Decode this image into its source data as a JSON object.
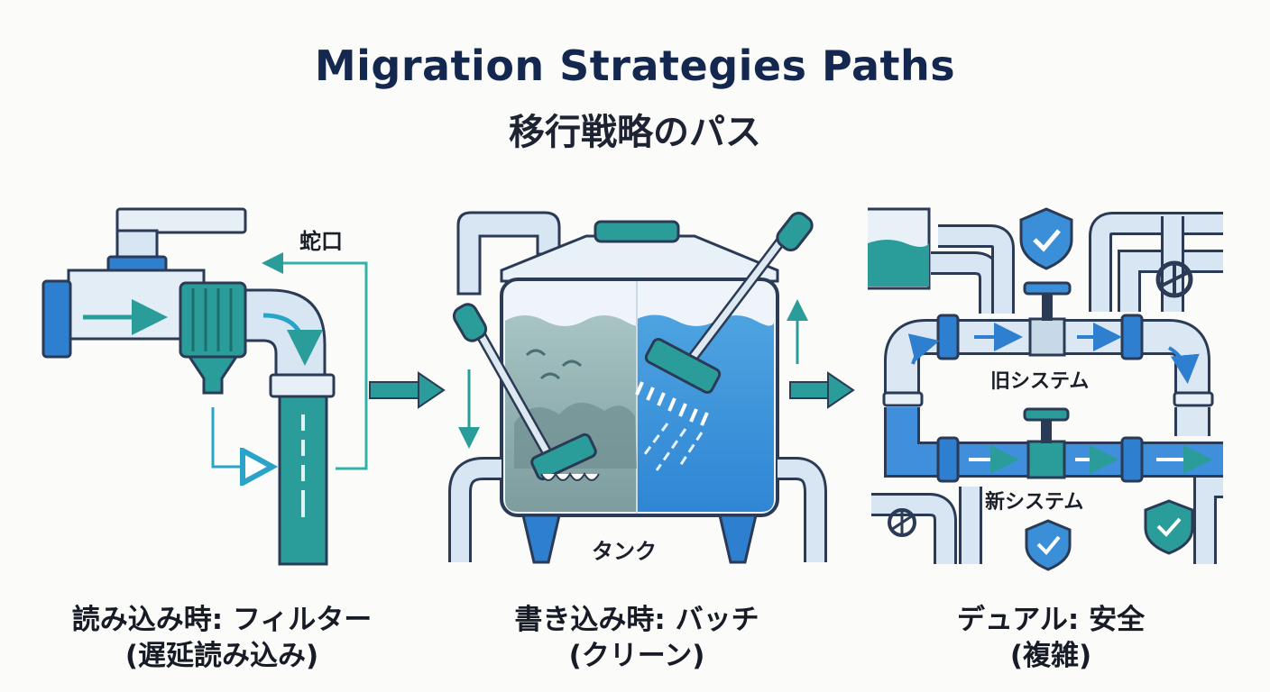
{
  "title_en": "Migration Strategies Paths",
  "title_jp": "移行戦略のパス",
  "panels": [
    {
      "label": "蛇口",
      "caption_line1": "読み込み時: フィルター",
      "caption_line2": "(遅延読み込み)"
    },
    {
      "label": "タンク",
      "caption_line1": "書き込み時: バッチ",
      "caption_line2": "(クリーン)"
    },
    {
      "label_old": "旧システム",
      "label_new": "新システム",
      "caption_line1": "デュアル: 安全",
      "caption_line2": "(複雑)"
    }
  ],
  "colors": {
    "title": "#14284f",
    "teal": "#2a9d9a",
    "blue": "#2f7fd0",
    "pipe": "#d7e6f2",
    "outline": "#2b3a55"
  },
  "icons": [
    "faucet-icon",
    "filter-icon",
    "tank-icon",
    "mop-icon",
    "brush-icon",
    "shield-check-icon",
    "valve-icon"
  ]
}
